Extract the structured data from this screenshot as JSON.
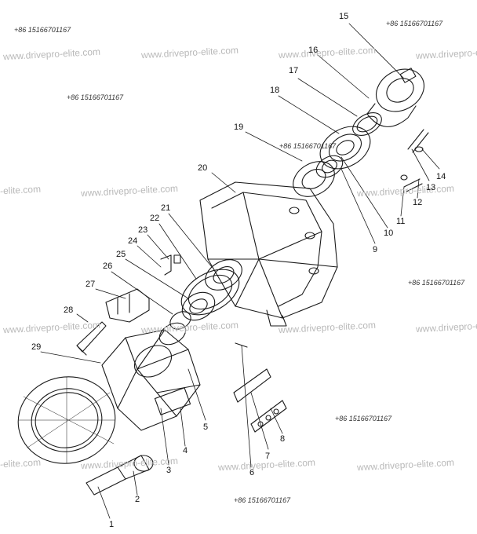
{
  "colors": {
    "line": "#1a1a1a",
    "watermark": "#b9b9b9",
    "phone": "#333333",
    "background": "#ffffff"
  },
  "watermarks": {
    "urls": [
      "www.drivepro-elite.com",
      "www.drivepro-elite.com",
      "www.drivepro-elite.com",
      "www.drivepro-e",
      "-elite.com",
      "www.drivepro-elite.com",
      "www.drivepro-elite.com",
      "www.drivepro-elite.com",
      "www.drivepro-elite.com",
      "www.drivepro-elite.com",
      "www.drivepro-e",
      "-elite.com",
      "www.drivepro-elite.com",
      "www.drivepro-elite.com",
      "www.drivepro-elite.com"
    ],
    "phones": [
      "+86 15166701167",
      "+86 15166701167",
      "+86 15166701167",
      "+86 15166701167",
      "+86 15166701167",
      "+86 15166701167",
      "+86 15166701167"
    ]
  },
  "part_numbers": [
    "1",
    "2",
    "3",
    "4",
    "5",
    "6",
    "7",
    "8",
    "9",
    "10",
    "11",
    "12",
    "13",
    "14",
    "15",
    "16",
    "17",
    "18",
    "19",
    "20",
    "21",
    "22",
    "23",
    "24",
    "25",
    "26",
    "27",
    "28",
    "29"
  ]
}
